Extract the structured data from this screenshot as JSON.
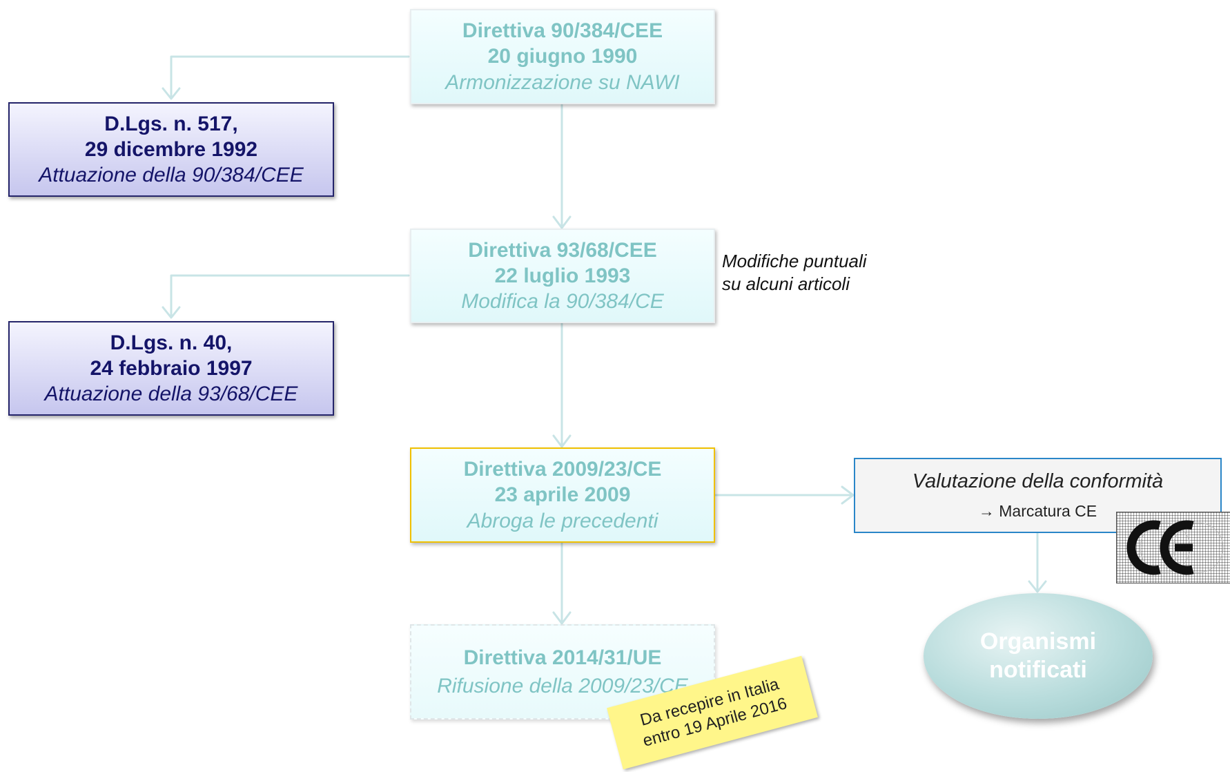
{
  "directives": [
    {
      "title": "Direttiva 90/384/CEE",
      "date": "20 giugno 1990",
      "desc": "Armonizzazione su NAWI"
    },
    {
      "title": "Direttiva 93/68/CEE",
      "date": "22 luglio 1993",
      "desc": "Modifica la 90/384/CE"
    },
    {
      "title": "Direttiva 2009/23/CE",
      "date": "23 aprile 2009",
      "desc": "Abroga le precedenti"
    },
    {
      "title": "Direttiva 2014/31/UE",
      "desc": "Rifusione della 2009/23/CE"
    }
  ],
  "decrees": [
    {
      "title": "D.Lgs. n. 517,",
      "date": "29 dicembre 1992",
      "desc": "Attuazione della 90/384/CEE"
    },
    {
      "title": "D.Lgs. n. 40,",
      "date": "24 febbraio 1997",
      "desc": "Attuazione della 93/68/CEE"
    }
  ],
  "note": {
    "line1": "Modifiche puntuali",
    "line2": "su alcuni articoli"
  },
  "conformity": {
    "title": "Valutazione della conformità",
    "subtitle": "→ Marcatura CE"
  },
  "notified_bodies": {
    "line1": "Organismi",
    "line2": "notificati"
  },
  "sticky": {
    "line1": "Da recepire in Italia",
    "line2": "entro 19 Aprile 2016"
  },
  "ce_mark": {
    "letters": "CE"
  },
  "colors": {
    "directive_text": "#7fc4c4",
    "decree_text": "#141468",
    "decree_border": "#24246a",
    "connector": "#c8e4e6",
    "highlight_border": "#f0c000",
    "conformity_border": "#2a86c8",
    "sticky_bg": "#fff68a"
  }
}
